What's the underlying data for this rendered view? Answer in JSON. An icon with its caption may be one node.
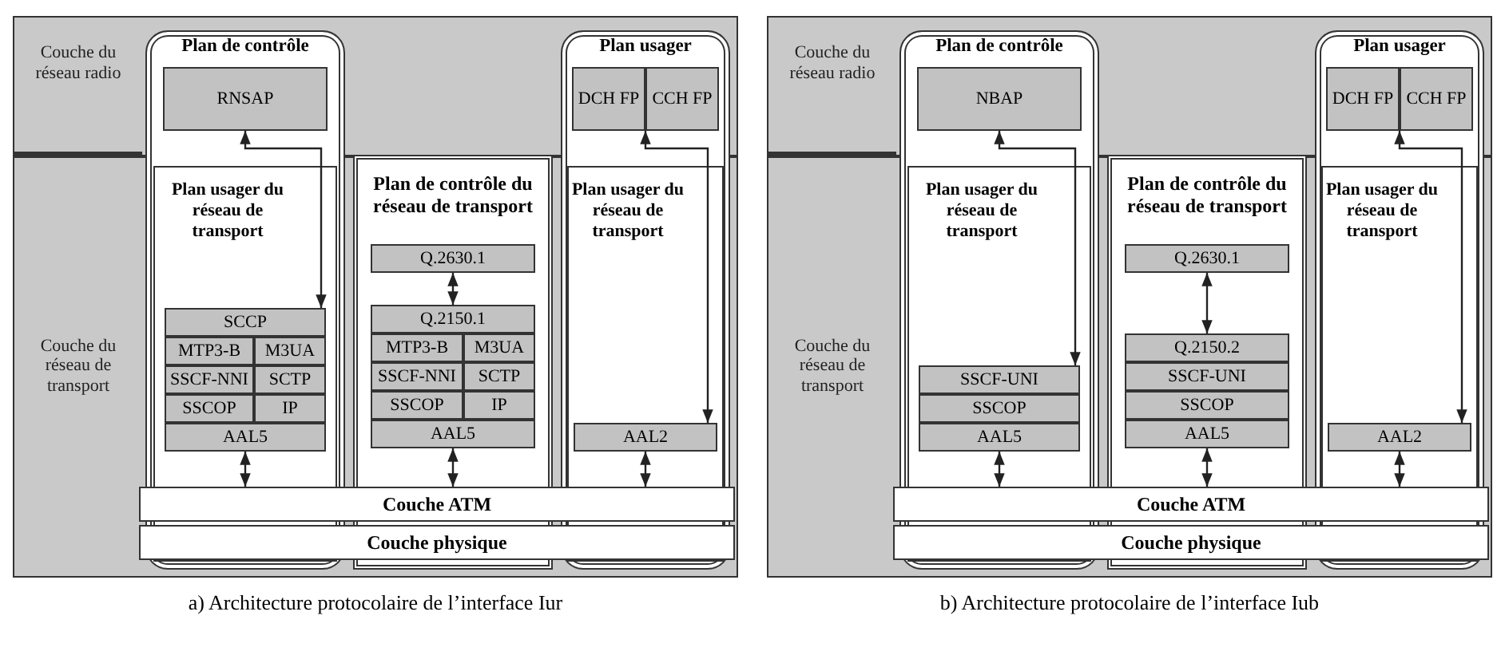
{
  "diagram": {
    "nodes": [
      {
        "text": [],
        "shape": "box",
        "beside": [
          "a) Architecture protocolaire de l’interface Iur"
        ]
      },
      {
        "text": [
          "Couche du réseau radio"
        ],
        "in": 0
      },
      {
        "text": [
          "Couche du réseau de transport"
        ],
        "in": 0
      },
      {
        "text": [
          "Plan de contrôle"
        ],
        "in": 0
      },
      {
        "text": [
          "RNSAP"
        ],
        "in": 3
      },
      {
        "text": [
          "Plan usager du réseau de transport"
        ],
        "in": 3
      },
      {
        "text": [
          "SCCP"
        ],
        "in": 5
      },
      {
        "text": [
          "MTP3-B"
        ],
        "in": 5
      },
      {
        "text": [
          "M3UA"
        ],
        "in": 5
      },
      {
        "text": [
          "SSCF-NNI"
        ],
        "in": 5
      },
      {
        "text": [
          "SCTP"
        ],
        "in": 5
      },
      {
        "text": [
          "SSCOP"
        ],
        "in": 5
      },
      {
        "text": [
          "IP"
        ],
        "in": 5
      },
      {
        "text": [
          "AAL5"
        ],
        "in": 5
      },
      {
        "text": [
          "Plan de contrôle du réseau de transport"
        ],
        "in": 0
      },
      {
        "text": [
          "Q.2630.1"
        ],
        "in": 14
      },
      {
        "text": [
          "Q.2150.1"
        ],
        "in": 14
      },
      {
        "text": [
          "MTP3-B"
        ],
        "in": 14
      },
      {
        "text": [
          "M3UA"
        ],
        "in": 14
      },
      {
        "text": [
          "SSCF-NNI"
        ],
        "in": 14
      },
      {
        "text": [
          "SCTP"
        ],
        "in": 14
      },
      {
        "text": [
          "SSCOP"
        ],
        "in": 14
      },
      {
        "text": [
          "IP"
        ],
        "in": 14
      },
      {
        "text": [
          "AAL5"
        ],
        "in": 14
      },
      {
        "text": [
          "Plan usager"
        ],
        "in": 0
      },
      {
        "text": [
          "DCH FP"
        ],
        "in": 24
      },
      {
        "text": [
          "CCH FP"
        ],
        "in": 24
      },
      {
        "text": [
          "Plan usager du réseau de transport"
        ],
        "in": 24
      },
      {
        "text": [
          "AAL2"
        ],
        "in": 27
      },
      {
        "text": [
          "Couche ATM"
        ],
        "in": 0
      },
      {
        "text": [
          "Couche physique"
        ],
        "in": 0
      },
      {
        "text": [],
        "shape": "box",
        "beside": [
          "b) Architecture protocolaire de l’interface Iub"
        ]
      },
      {
        "text": [
          "Couche du réseau radio"
        ],
        "in": 31
      },
      {
        "text": [
          "Couche du réseau de transport"
        ],
        "in": 31
      },
      {
        "text": [
          "Plan de contrôle"
        ],
        "in": 31
      },
      {
        "text": [
          "NBAP"
        ],
        "in": 34
      },
      {
        "text": [
          "Plan usager du réseau de transport"
        ],
        "in": 34
      },
      {
        "text": [
          "SSCF-UNI"
        ],
        "in": 36
      },
      {
        "text": [
          "SSCOP"
        ],
        "in": 36
      },
      {
        "text": [
          "AAL5"
        ],
        "in": 36
      },
      {
        "text": [
          "Plan de contrôle du réseau de transport"
        ],
        "in": 31
      },
      {
        "text": [
          "Q.2630.1"
        ],
        "in": 40
      },
      {
        "text": [
          "Q.2150.2"
        ],
        "in": 40
      },
      {
        "text": [
          "SSCF-UNI"
        ],
        "in": 40
      },
      {
        "text": [
          "SSCOP"
        ],
        "in": 40
      },
      {
        "text": [
          "AAL5"
        ],
        "in": 40
      },
      {
        "text": [
          "Plan usager"
        ],
        "in": 31
      },
      {
        "text": [
          "DCH FP"
        ],
        "in": 46
      },
      {
        "text": [
          "CCH FP"
        ],
        "in": 46
      },
      {
        "text": [
          "Plan usager du réseau de transport"
        ],
        "in": 46
      },
      {
        "text": [
          "AAL2"
        ],
        "in": 49
      },
      {
        "text": [
          "Couche ATM"
        ],
        "in": 31
      },
      {
        "text": [
          "Couche physique"
        ],
        "in": 31
      }
    ],
    "edges": [
      {
        "from": 4,
        "to": 6,
        "arrow": "both"
      },
      {
        "from": 15,
        "to": 16,
        "arrow": "both"
      },
      {
        "from": 13,
        "to": 29,
        "arrow": "both"
      },
      {
        "from": 23,
        "to": 29,
        "arrow": "both"
      },
      {
        "from": 25,
        "to": 28,
        "arrow": "both"
      },
      {
        "from": 26,
        "to": 28,
        "arrow": "both"
      },
      {
        "from": 28,
        "to": 29,
        "arrow": "both"
      },
      {
        "from": 35,
        "to": 37,
        "arrow": "both"
      },
      {
        "from": 41,
        "to": 42,
        "arrow": "both"
      },
      {
        "from": 39,
        "to": 51,
        "arrow": "both"
      },
      {
        "from": 45,
        "to": 51,
        "arrow": "both"
      },
      {
        "from": 47,
        "to": 50,
        "arrow": "both"
      },
      {
        "from": 48,
        "to": 50,
        "arrow": "both"
      },
      {
        "from": 50,
        "to": 51,
        "arrow": "both"
      }
    ]
  }
}
